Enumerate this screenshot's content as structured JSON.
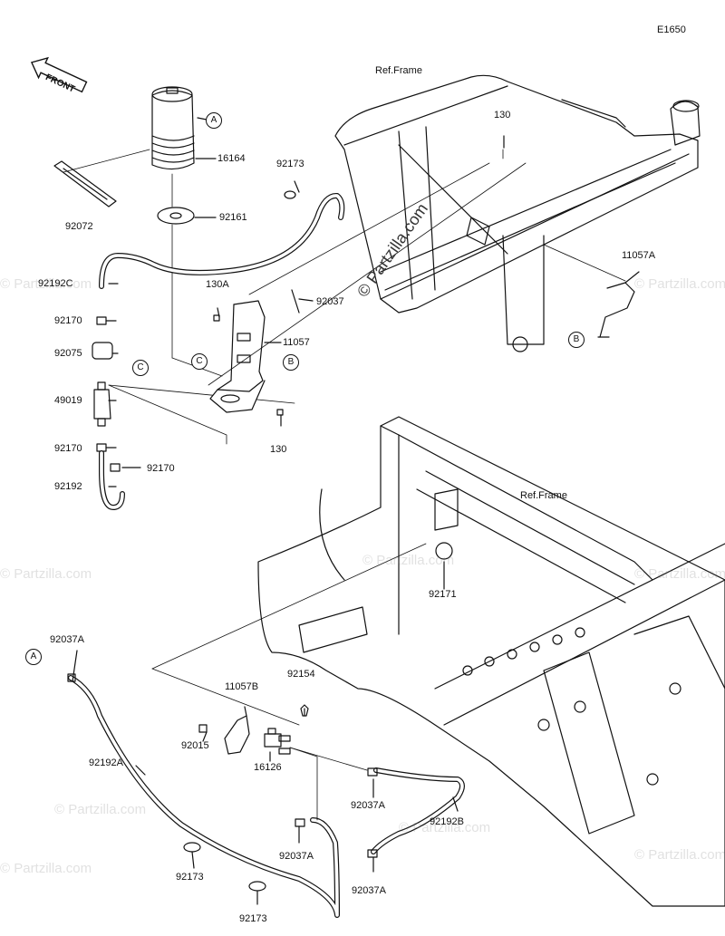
{
  "diagram_code": "E1650",
  "ref_frame_top": "Ref.Frame",
  "ref_frame_bottom": "Ref.Frame",
  "front_label": "FRONT",
  "watermark": "© Partzilla.com",
  "watermark_small": "© Partzilla.com",
  "callouts": {
    "a1": "A",
    "a2": "A",
    "b1": "B",
    "b2": "B",
    "c1": "C",
    "c2": "C"
  },
  "parts": {
    "p16164": "16164",
    "p92173_top": "92173",
    "p92072": "92072",
    "p92161": "92161",
    "p92192C": "92192C",
    "p130_top": "130",
    "p11057A": "11057A",
    "p130A": "130A",
    "p92037": "92037",
    "p92170_a": "92170",
    "p11057": "11057",
    "p92075": "92075",
    "p49019": "49019",
    "p130_mid": "130",
    "p92170_b": "92170",
    "p92170_c": "92170",
    "p92192": "92192",
    "p92171": "92171",
    "p92037A_a": "92037A",
    "p92154": "92154",
    "p11057B": "11057B",
    "p92015": "92015",
    "p92192A": "92192A",
    "p16126": "16126",
    "p92037A_b": "92037A",
    "p92192B": "92192B",
    "p92037A_c": "92037A",
    "p92037A_d": "92037A",
    "p92173_b": "92173",
    "p92173_c": "92173"
  }
}
